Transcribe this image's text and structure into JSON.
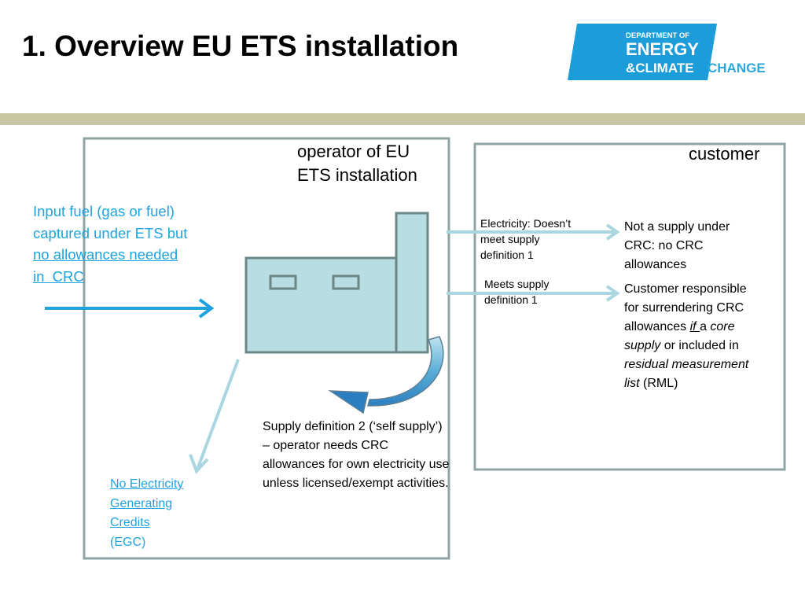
{
  "slide": {
    "title": "1. Overview EU ETS installation"
  },
  "logo": {
    "line1": "DEPARTMENT OF",
    "line2": "ENERGY",
    "line3": "&CLIMATE",
    "line4": "CHANGE",
    "colors": {
      "dark_blue": "#1c9cd8",
      "light_blue": "#2aa7dc"
    }
  },
  "operator": {
    "label_line1": "operator of EU",
    "label_line2": "ETS installation"
  },
  "customer": {
    "label": "customer"
  },
  "input_fuel": {
    "line1": "Input fuel (gas or fuel)",
    "line2": "captured under ETS but",
    "line3": "no allowances needed",
    "line4": "in  CRC"
  },
  "egc": {
    "line1": "No Electricity",
    "line2": "Generating",
    "line3": "Credits",
    "line4": "(EGC)"
  },
  "supply_def_1_fail": {
    "line1": "Electricity: Doesn’t",
    "line2": "meet supply",
    "line3": "definition 1"
  },
  "supply_def_1_meet": {
    "line1": "Meets supply",
    "line2": "definition 1"
  },
  "not_supply": {
    "line1": "Not a supply under",
    "line2": "CRC: no CRC",
    "line3": "allowances"
  },
  "customer_responsible": {
    "line1": "Customer responsible",
    "line2": "for surrendering CRC",
    "line3_a": "allowances ",
    "line3_b": "if ",
    "line3_c": "a ",
    "line3_d": "core",
    "line4_a": "supply",
    "line4_b": " or included in",
    "line5": "residual measurement",
    "line6_a": "list",
    "line6_b": " (RML)"
  },
  "self_supply": {
    "line1": "Supply definition 2 (‘self supply’)",
    "line2": "– operator needs CRC",
    "line3": "allowances for own electricity use",
    "line4": "unless licensed/exempt activities."
  },
  "colors": {
    "title_band": "#c9c6a4",
    "box_border": "#8fa3a3",
    "factory_fill": "#b8dde2",
    "factory_stroke": "#6c8787",
    "accent_blue": "#1ea3e0",
    "arrow_light": "#a9d6e0"
  }
}
